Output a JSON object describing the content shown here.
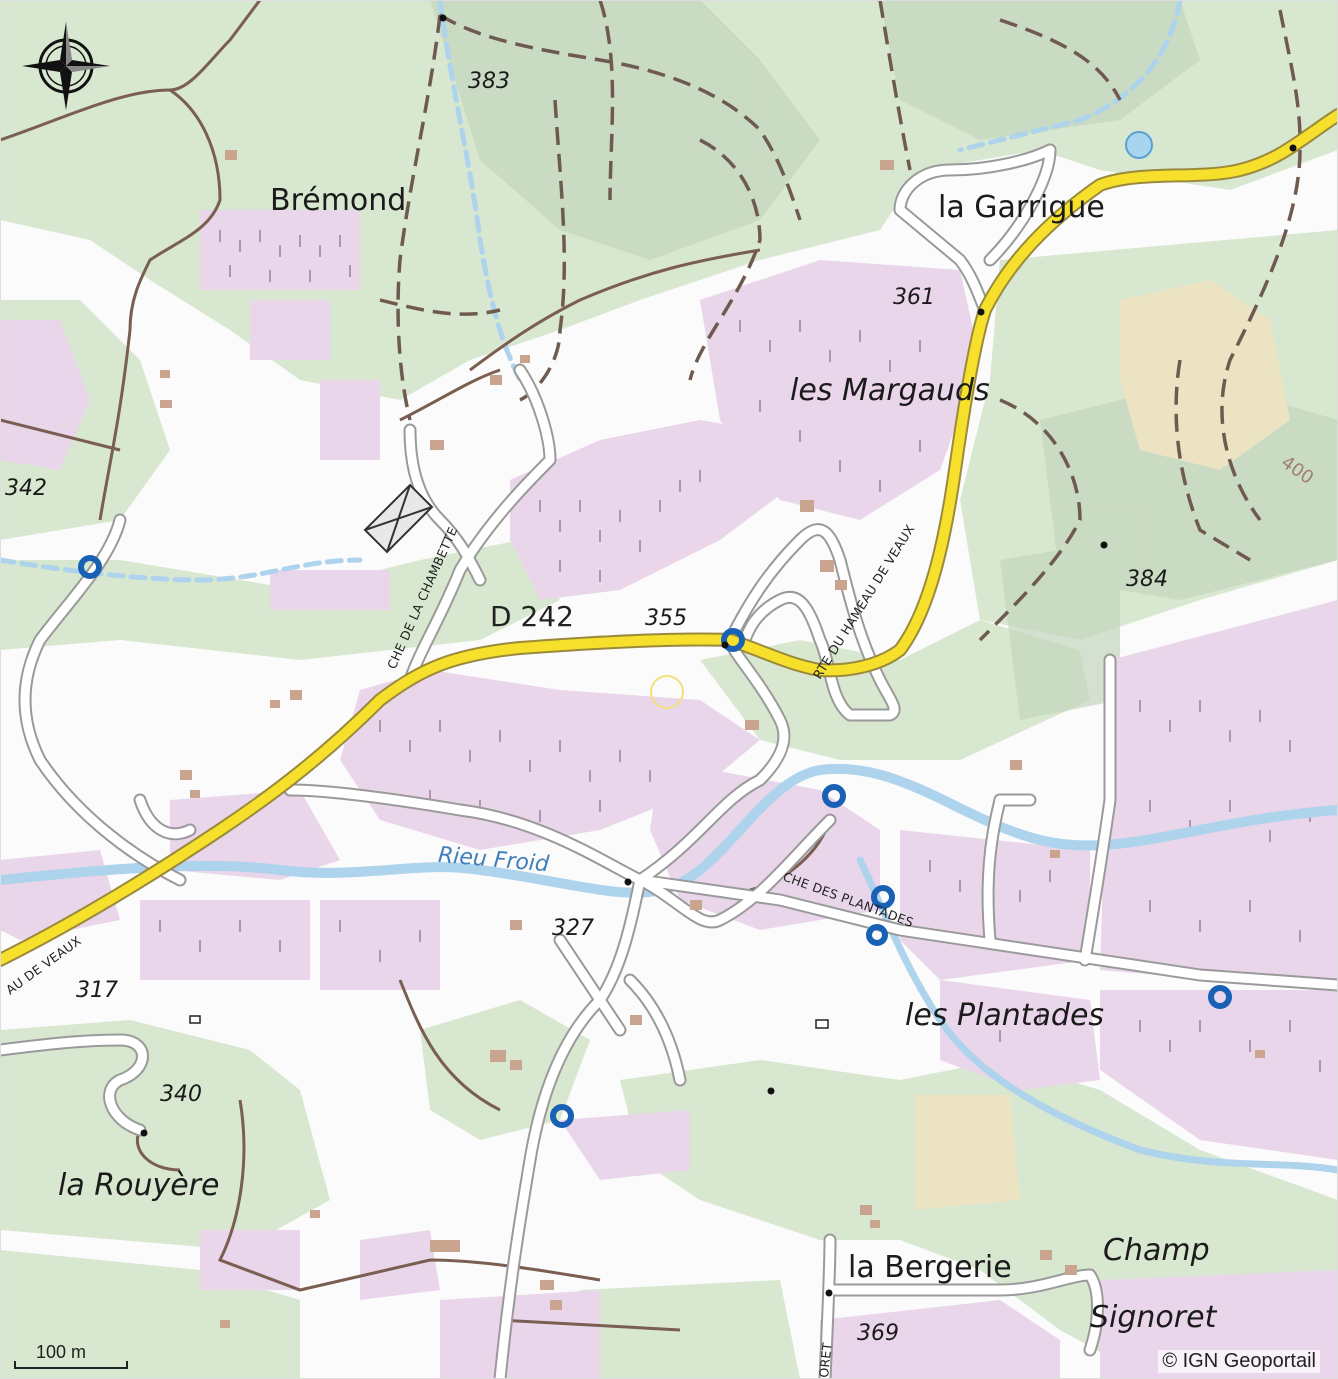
{
  "map": {
    "attribution": "© IGN Geoportail",
    "scale_label": "100 m",
    "colors": {
      "forest": "#d6e6cc",
      "vineyard": "#e8d4e6",
      "open": "#ffffff",
      "road_main": "#f6e02c",
      "road_minor": "#ffffff",
      "water": "#aed3ec",
      "water_point": "#1861b4"
    },
    "places": {
      "bremond": "Brémond",
      "la_garrigue": "la Garrigue",
      "les_margauds": "les Margauds",
      "les_plantades": "les Plantades",
      "la_rouyere": "la Rouyère",
      "la_bergerie": "la Bergerie",
      "champ": "Champ",
      "signoret": "Signoret"
    },
    "altitudes": {
      "a383": "383",
      "a342": "342",
      "a361": "361",
      "a384": "384",
      "a355": "355",
      "a327": "327",
      "a317": "317",
      "a340": "340",
      "a369": "369",
      "a400": "400"
    },
    "roads": {
      "d242": "D 242",
      "che_chambette": "CHE DE LA CHAMBETTE",
      "rte_hameau": "RTE DU HAMEAU DE VEAUX",
      "che_plantades": "CHE DES PLANTADES",
      "hameau_sw": "AU DE VEAUX",
      "oret": "ORET"
    },
    "water": {
      "rieu_froid": "Rieu Froid"
    }
  }
}
